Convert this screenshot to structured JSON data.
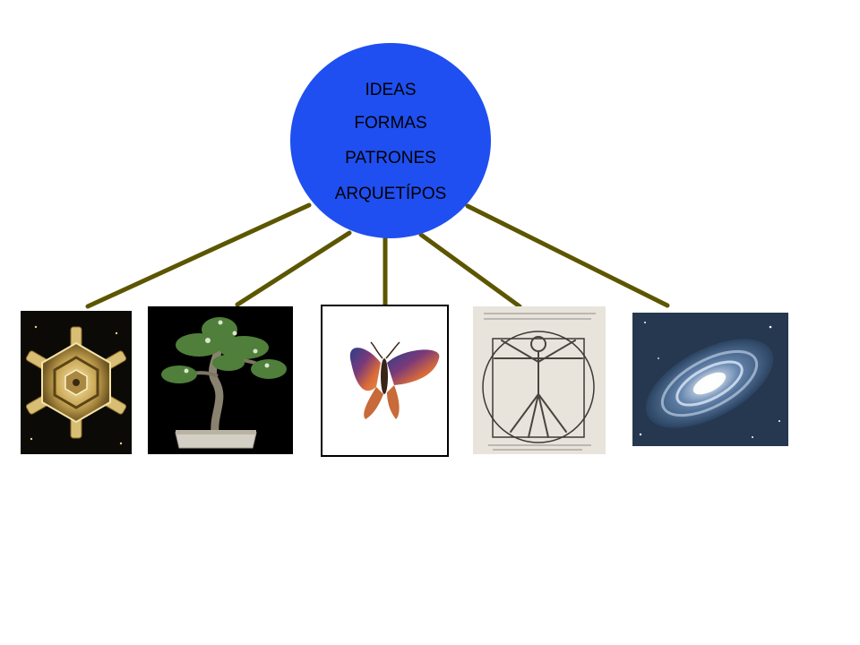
{
  "central_concept": {
    "lines": [
      "IDEAS",
      "FORMAS",
      "PATRONES",
      "ARQUETÍPOS"
    ],
    "fill_color": "#1f4ff0"
  },
  "connector_color": "#5c5600",
  "examples": [
    {
      "name": "snowflake-crystal-image"
    },
    {
      "name": "bonsai-tree-image"
    },
    {
      "name": "butterfly-image"
    },
    {
      "name": "vitruvian-man-image"
    },
    {
      "name": "spiral-galaxy-image"
    }
  ]
}
